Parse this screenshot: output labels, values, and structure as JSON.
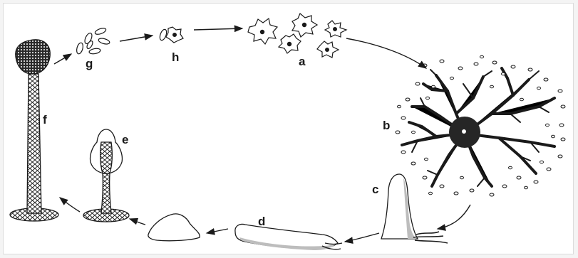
{
  "diagram": {
    "labels": {
      "a": "a",
      "b": "b",
      "c": "c",
      "d": "d",
      "e": "e",
      "f": "f",
      "g": "g",
      "h": "h"
    },
    "colors": {
      "ink": "#1a1a1a",
      "background": "#ffffff",
      "frame": "#f4f4f4",
      "shade": "#bdbdbd"
    }
  }
}
